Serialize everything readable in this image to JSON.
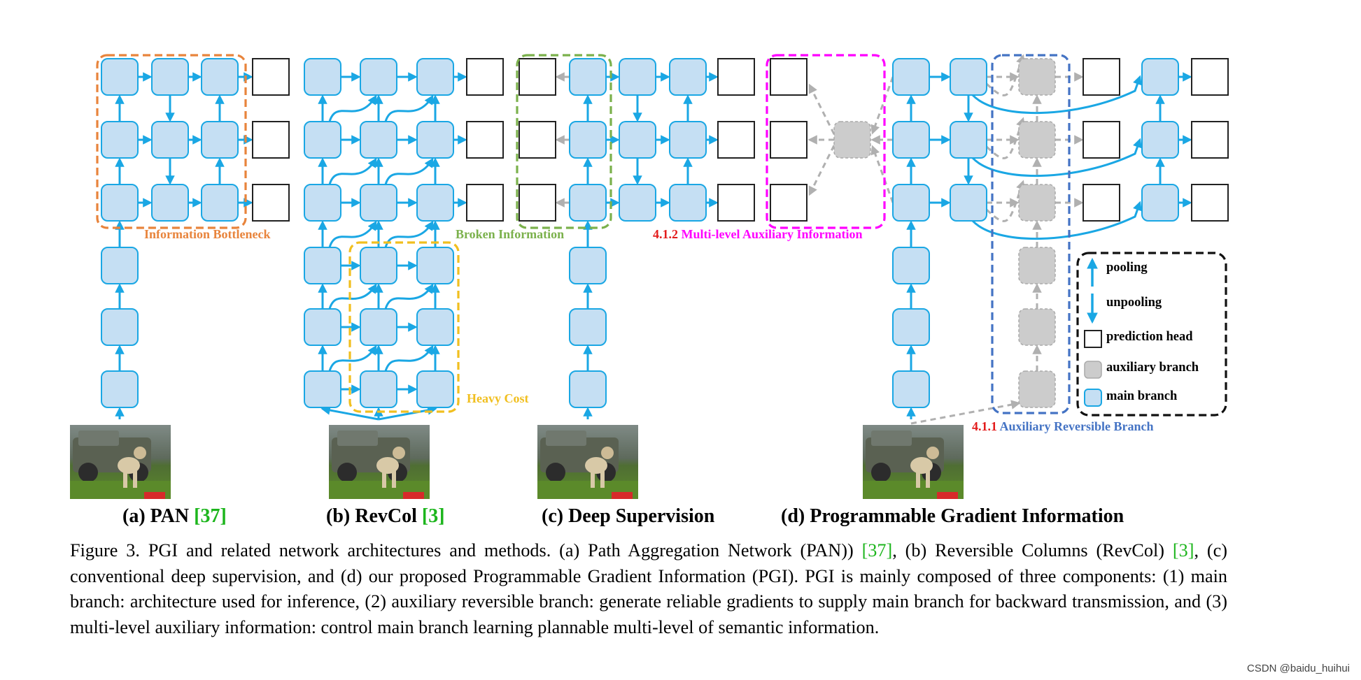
{
  "colors": {
    "main_fill": "#c5dff3",
    "main_stroke": "#1aa7e4",
    "aux_fill": "#cccccc",
    "aux_stroke": "#aaaaaa",
    "bottleneck": "#e8843c",
    "heavy_cost": "#f1bf1f",
    "broken": "#7bb14c",
    "multilevel": "#ff00ff",
    "reversible": "#4473c4",
    "section_num": "#e31b1b",
    "cite": "#1cb51c"
  },
  "labels": {
    "information_bottleneck": "Information Bottleneck",
    "heavy_cost": "Heavy Cost",
    "broken_information": "Broken Information",
    "multilevel_num": "4.1.2",
    "multilevel_text": "Multi-level Auxiliary Information",
    "reversible_num": "4.1.1",
    "reversible_text": "Auxiliary Reversible Branch"
  },
  "legend": {
    "pooling": "pooling",
    "unpooling": "unpooling",
    "prediction_head": "prediction head",
    "auxiliary_branch": "auxiliary branch",
    "main_branch": "main branch"
  },
  "subfigures": {
    "a_text": "(a) PAN",
    "a_cite": "[37]",
    "b_text": "(b) RevCol",
    "b_cite": "[3]",
    "c_text": "(c) Deep Supervision",
    "d_text": "(d) Programmable Gradient Information"
  },
  "caption": {
    "p1": "Figure 3.  PGI and related network architectures and methods.  (a) Path Aggregation Network (PAN)) ",
    "cite1": "[37]",
    "p2": ", (b) Reversible Columns (RevCol) ",
    "cite2": "[3]",
    "p3": ", (c) conventional deep supervision, and (d) our proposed Programmable Gradient Information (PGI). PGI is mainly composed of three components: (1) main branch: architecture used for inference, (2) auxiliary reversible branch: generate reliable gradients to supply main branch for backward transmission, and (3) multi-level auxiliary information: control main branch learning plannable multi-level of semantic information."
  },
  "watermark": "CSDN @baidu_huihui"
}
